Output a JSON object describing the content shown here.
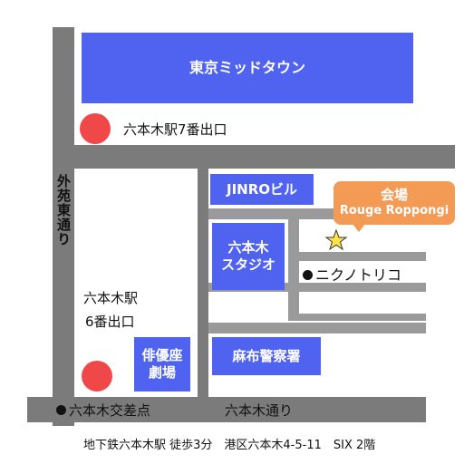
{
  "buildings": {
    "midtown": "東京ミッドタウン",
    "jinro": "JINROビル",
    "studio": "六本木\nスタジオ",
    "theater": "俳優座\n劇場",
    "police": "麻布警察署"
  },
  "labels": {
    "exit7": "六本木駅7番出口",
    "exit6_line1": "六本木駅",
    "exit6_line2": "6番出口",
    "gaien": "外苑東通り",
    "crossing": "六本木交差点",
    "avenue": "六本木通り",
    "nikunotoriko": "ニクノトリコ"
  },
  "venue": {
    "line1": "会場",
    "line2": "Rouge Roppongi"
  },
  "footer": "地下鉄六本木駅 徒歩3分　港区六本木4-5-11　SIX 2階",
  "colors": {
    "building": "#4f63f0",
    "road": "#7b7b7b",
    "station": "#f04848",
    "venue": "#f39a55",
    "star": "#ffe24a"
  }
}
